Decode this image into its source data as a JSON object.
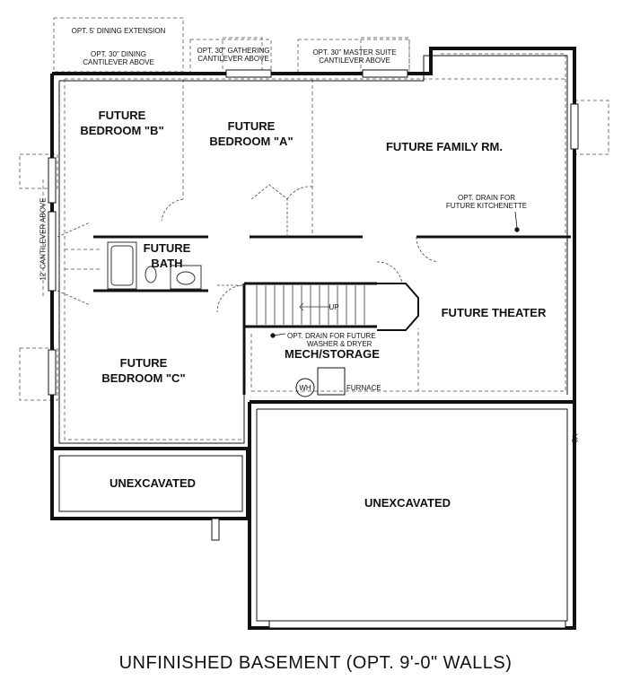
{
  "rooms": {
    "bedroom_b": [
      "FUTURE",
      "BEDROOM \"B\""
    ],
    "bedroom_a": [
      "FUTURE",
      "BEDROOM \"A\""
    ],
    "family": "FUTURE FAMILY RM.",
    "bath": [
      "FUTURE",
      "BATH"
    ],
    "theater": "FUTURE THEATER",
    "mech": "MECH/STORAGE",
    "bedroom_c": [
      "FUTURE",
      "BEDROOM \"C\""
    ],
    "unexcavated_left": "UNEXCAVATED",
    "unexcavated_right": "UNEXCAVATED"
  },
  "notes": {
    "dining_ext": "OPT. 5' DINING EXTENSION",
    "dining_cantilever": [
      "OPT. 30\" DINING",
      "CANTILEVER ABOVE"
    ],
    "gathering_cantilever": [
      "OPT. 30\" GATHERING",
      "CANTILEVER ABOVE"
    ],
    "master_cantilever": [
      "OPT. 30\" MASTER SUITE",
      "CANTILEVER ABOVE"
    ],
    "side_cantilever": "12' CANTILEVER ABOVE",
    "kitchenette_drain": [
      "OPT. DRAIN FOR",
      "FUTURE KITCHENETTE"
    ],
    "washer_drain": [
      "OPT. DRAIN FOR FUTURE",
      "WASHER & DRYER"
    ],
    "stair_up": "UP",
    "water_heater": "WH",
    "furnace": "FURNACE",
    "side_mark": "V2"
  },
  "caption": "UNFINISHED BASEMENT (OPT. 9'-0\" WALLS)"
}
